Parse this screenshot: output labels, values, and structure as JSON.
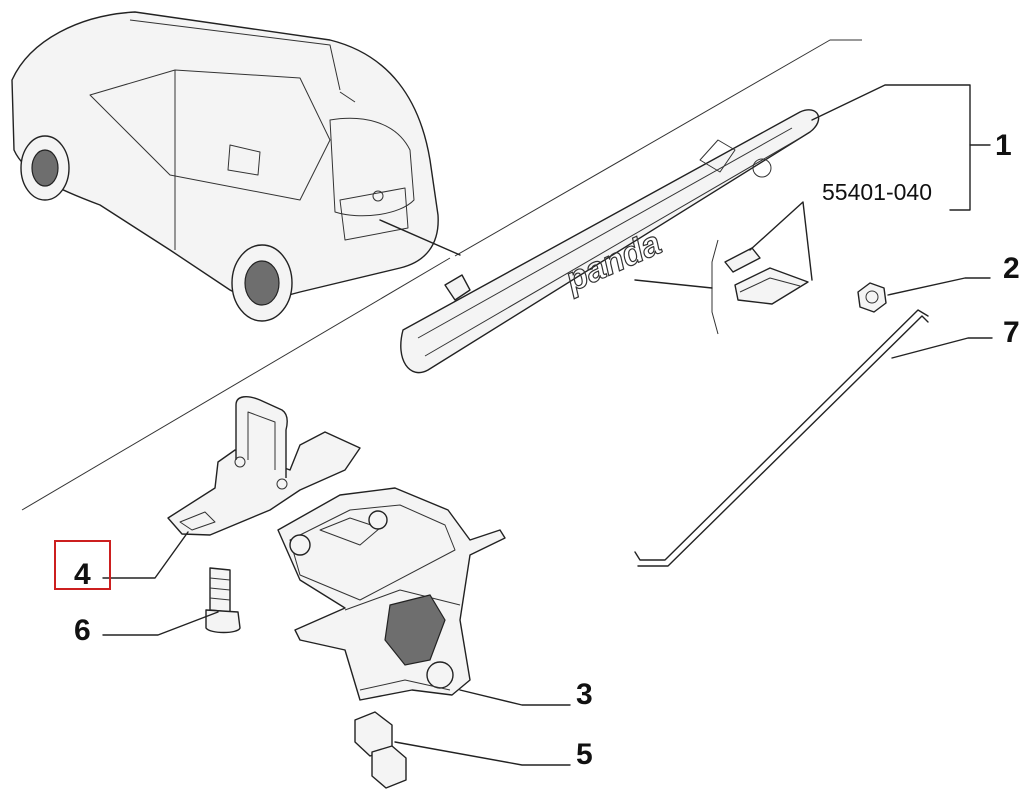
{
  "callouts": {
    "c1": "1",
    "c2": "2",
    "c3": "3",
    "c4": "4",
    "c5": "5",
    "c6": "6",
    "c7": "7"
  },
  "part_number": "55401-040",
  "brand_script": "panda",
  "colors": {
    "line": "#222222",
    "highlight": "#cc1f1f",
    "background": "#ffffff"
  }
}
